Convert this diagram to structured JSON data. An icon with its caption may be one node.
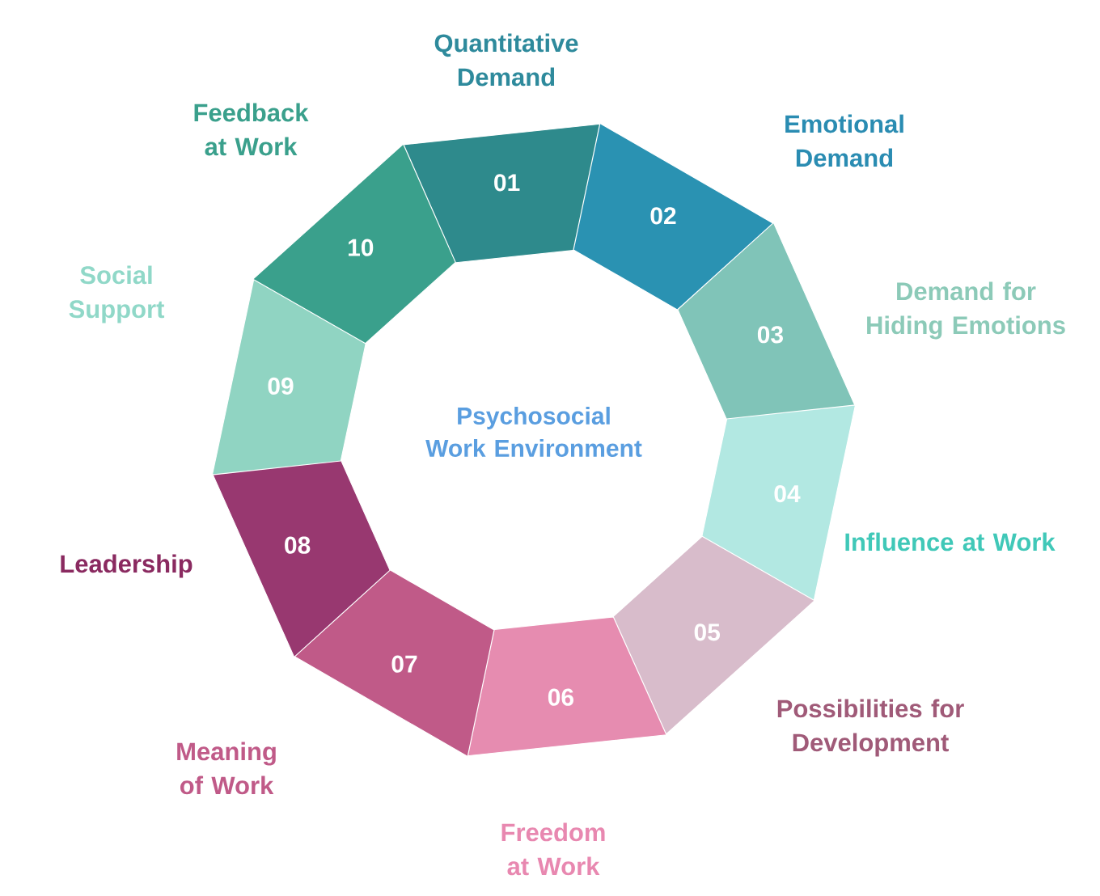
{
  "diagram": {
    "nodes": [
      {
        "text": [
          "01"
        ],
        "beside": [
          "Quantitative Demand"
        ]
      },
      {
        "text": [
          "02"
        ],
        "beside": [
          "Emotional Demand"
        ]
      },
      {
        "text": [
          "03"
        ],
        "beside": [
          "Demand for Hiding Emotions"
        ]
      },
      {
        "text": [
          "04"
        ],
        "beside": [
          "Influence at Work"
        ]
      },
      {
        "text": [
          "05"
        ],
        "beside": [
          "Possibilities for Development"
        ]
      },
      {
        "text": [
          "06"
        ],
        "beside": [
          "Freedom at Work"
        ]
      },
      {
        "text": [
          "07"
        ],
        "beside": [
          "Meaning of Work"
        ]
      },
      {
        "text": [
          "08"
        ],
        "beside": [
          "Leadership"
        ]
      },
      {
        "text": [
          "09"
        ],
        "beside": [
          "Social Support"
        ]
      },
      {
        "text": [
          "10"
        ],
        "beside": [
          "Feedback at Work"
        ]
      }
    ],
    "labels": [
      "Psychosocial Work Environment"
    ]
  }
}
